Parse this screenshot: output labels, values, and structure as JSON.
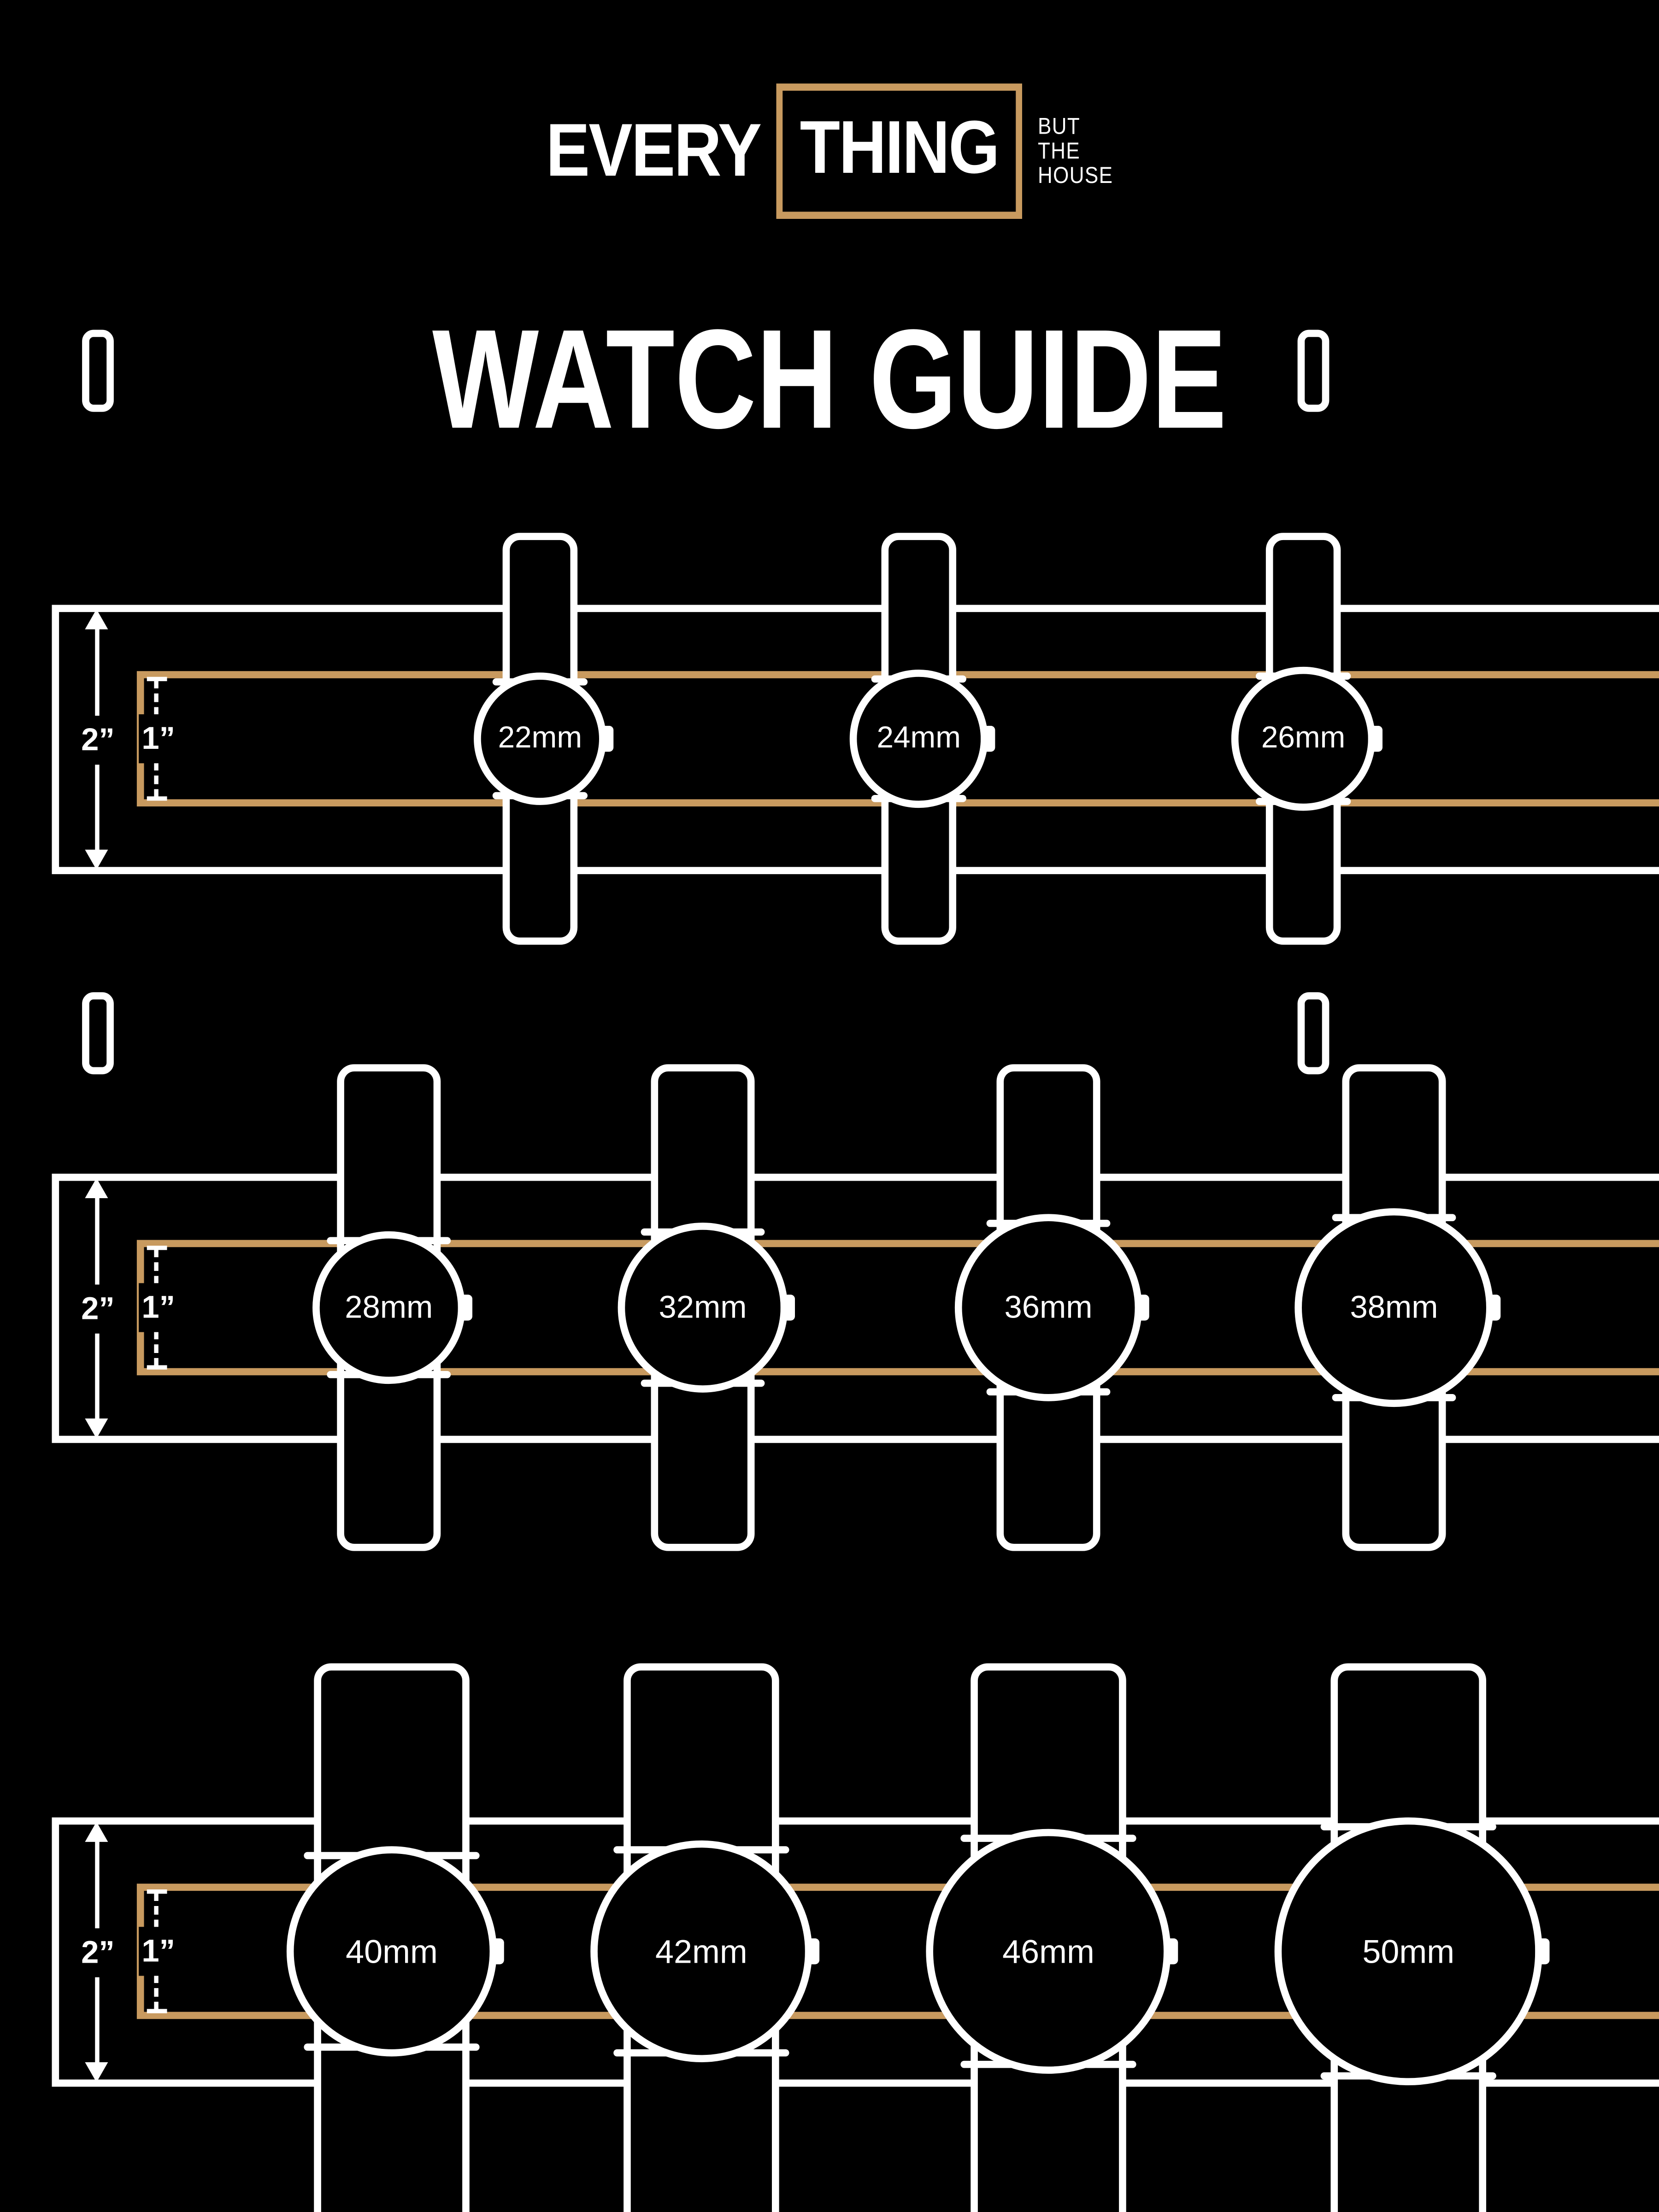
{
  "logo": {
    "part1": "EVERY",
    "part2": "THING",
    "tagline": [
      "BUT",
      "THE",
      "HOUSE"
    ]
  },
  "title": "WATCH GUIDE",
  "dimensions": {
    "outer_label": "2”",
    "inner_label": "1”"
  },
  "rows": [
    {
      "watches": [
        {
          "label": "22mm"
        },
        {
          "label": "24mm"
        },
        {
          "label": "26mm"
        }
      ]
    },
    {
      "watches": [
        {
          "label": "28mm"
        },
        {
          "label": "32mm"
        },
        {
          "label": "36mm"
        },
        {
          "label": "38mm"
        }
      ]
    },
    {
      "watches": [
        {
          "label": "40mm"
        },
        {
          "label": "42mm"
        },
        {
          "label": "46mm"
        },
        {
          "label": "50mm"
        }
      ]
    }
  ],
  "colors": {
    "background": "#000000",
    "foreground": "#FFFFFF",
    "accent": "#C89A5F"
  }
}
